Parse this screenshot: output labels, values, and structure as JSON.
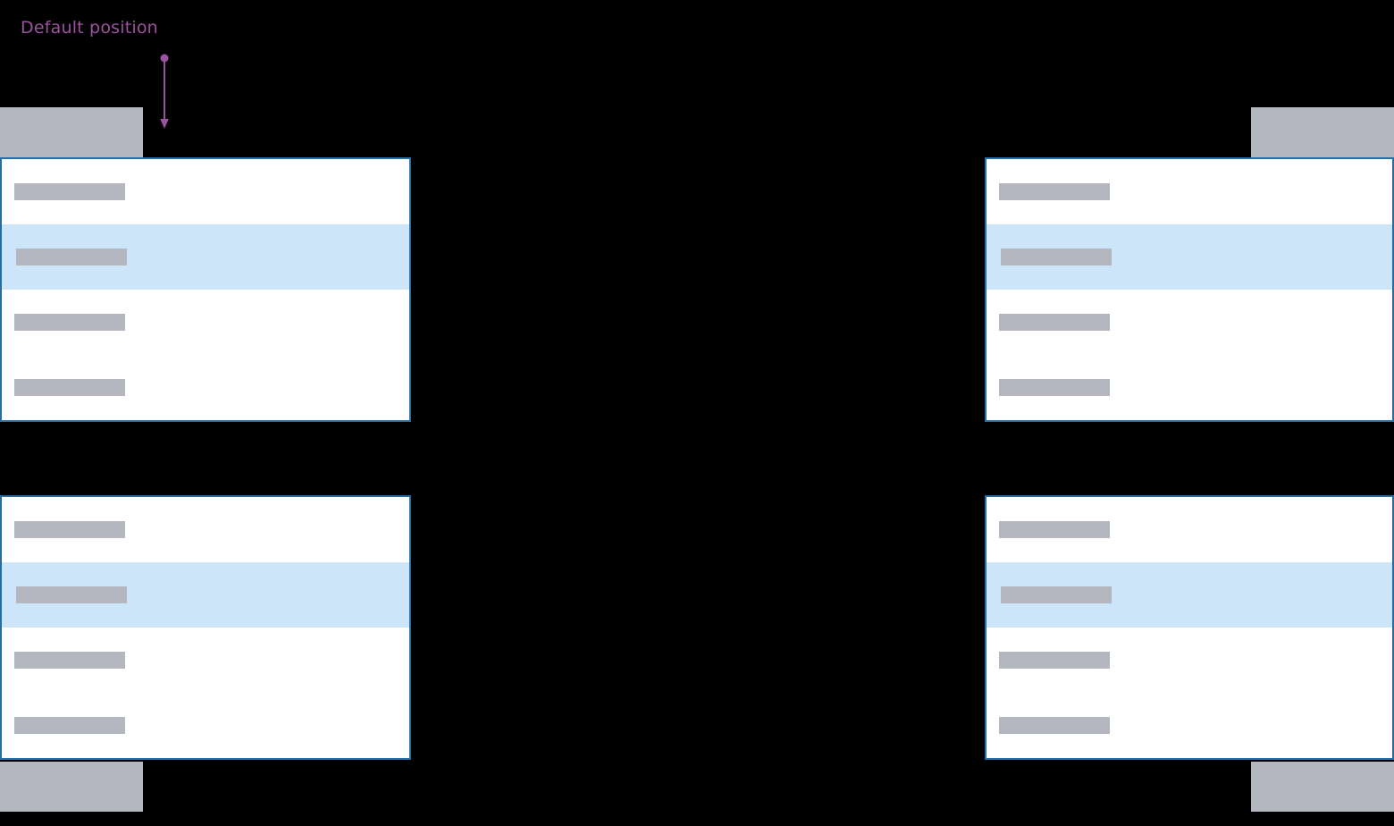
{
  "annotation": {
    "label": "Default position",
    "color": "#9c51a1",
    "arrow_icon": "arrow-down-from-dot"
  },
  "colors": {
    "background": "#000000",
    "trigger_fill": "#b4b7c0",
    "menu_border": "#266da4",
    "menu_background": "#ffffff",
    "placeholder_fill": "#b4b7c0",
    "selected_row_fill": "#cce5f8"
  },
  "menu_items": [
    {
      "placeholder": true,
      "selected": false
    },
    {
      "placeholder": true,
      "selected": true
    },
    {
      "placeholder": true,
      "selected": false
    },
    {
      "placeholder": true,
      "selected": false
    }
  ],
  "examples": [
    {
      "corner": "top-left"
    },
    {
      "corner": "top-right"
    },
    {
      "corner": "bottom-left"
    },
    {
      "corner": "bottom-right"
    }
  ]
}
